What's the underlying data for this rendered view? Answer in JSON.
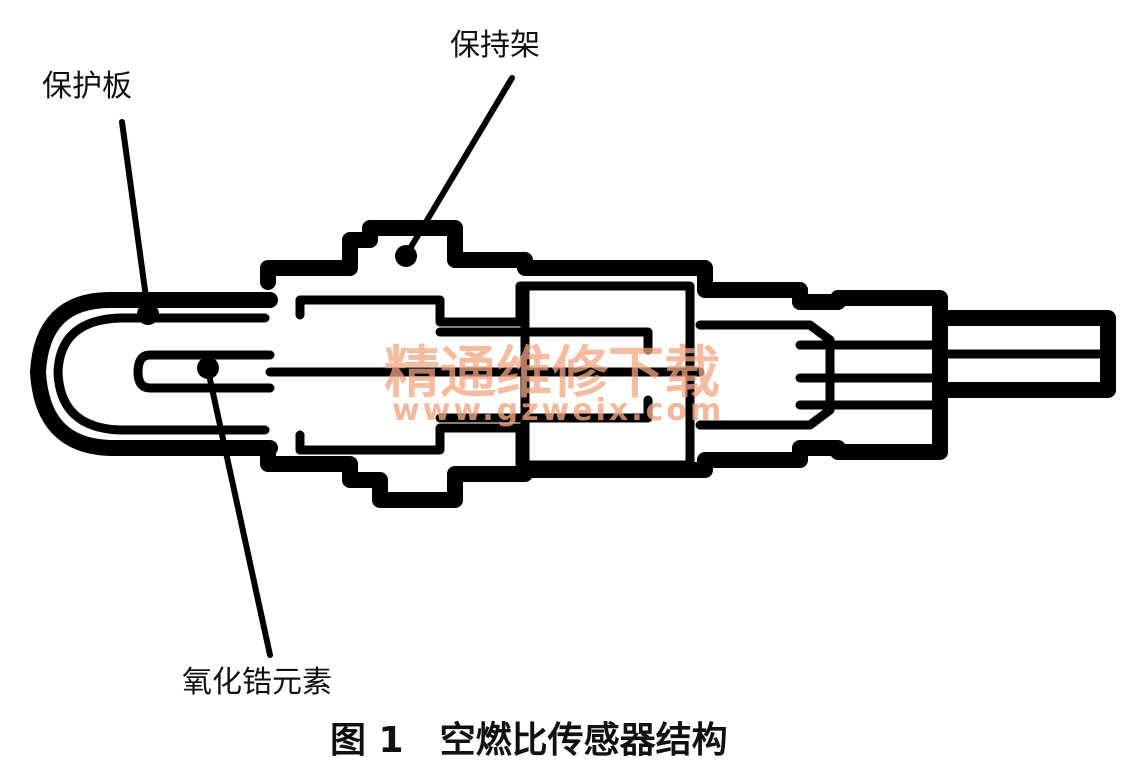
{
  "labels": {
    "protective_plate": "保护板",
    "holder": "保持架",
    "zirconia_element": "氧化锆元素"
  },
  "caption": "图 1　空燃比传感器结构",
  "watermark": {
    "title": "精通维修下载",
    "url": "www.gzweix.com"
  },
  "colors": {
    "line": "#000000",
    "watermark": "#f2a683",
    "background": "#ffffff"
  }
}
